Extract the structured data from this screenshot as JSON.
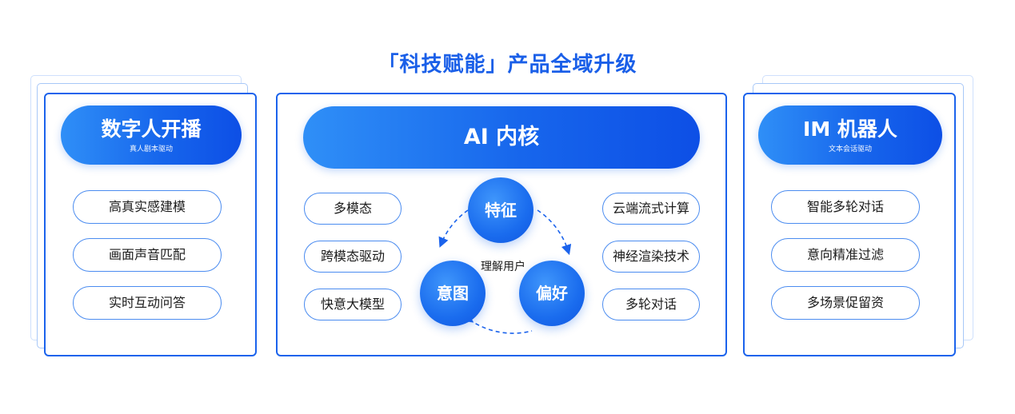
{
  "title": "「科技赋能」产品全域升级",
  "left": {
    "header": "数字人开播",
    "subheader": "真人剧本驱动",
    "items": [
      "高真实感建模",
      "画面声音匹配",
      "实时互动问答"
    ]
  },
  "center": {
    "header": "AI 内核",
    "left_items": [
      "多模态",
      "跨模态驱动",
      "快意大模型"
    ],
    "right_items": [
      "云端流式计算",
      "神经渲染技术",
      "多轮对话"
    ],
    "circles": {
      "top": "特征",
      "left": "意图",
      "right": "偏好"
    },
    "center_label": "理解用户"
  },
  "right": {
    "header": "IM 机器人",
    "subheader": "文本会话驱动",
    "items": [
      "智能多轮对话",
      "意向精准过滤",
      "多场景促留资"
    ]
  },
  "colors": {
    "primary": "#1b63ec",
    "light_border": "#4b8cf0",
    "title": "#1a5fe8"
  }
}
